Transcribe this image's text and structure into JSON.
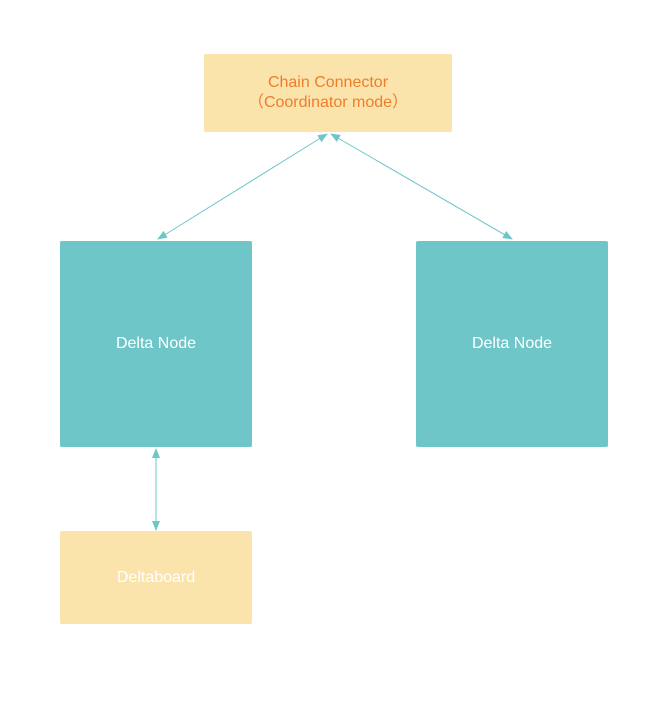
{
  "diagram": {
    "colors": {
      "coordinator_fill": "#fbe3ac",
      "coordinator_text": "#ed7e2c",
      "node_fill": "#6fc6c9",
      "node_text": "#ffffff",
      "dashboard_fill": "#fbe3ac",
      "dashboard_text": "#ffffff",
      "connector": "#6fc6c9"
    },
    "nodes": {
      "chain_connector": {
        "line1": "Chain Connector",
        "line2": "（Coordinator mode）"
      },
      "delta_node_left": {
        "label": "Delta Node"
      },
      "delta_node_right": {
        "label": "Delta Node"
      },
      "deltaboard": {
        "label": "Deltaboard"
      }
    },
    "edges": [
      {
        "from": "chain_connector",
        "to": "delta_node_left",
        "direction": "bidirectional"
      },
      {
        "from": "chain_connector",
        "to": "delta_node_right",
        "direction": "bidirectional"
      },
      {
        "from": "delta_node_left",
        "to": "deltaboard",
        "direction": "bidirectional"
      }
    ]
  }
}
